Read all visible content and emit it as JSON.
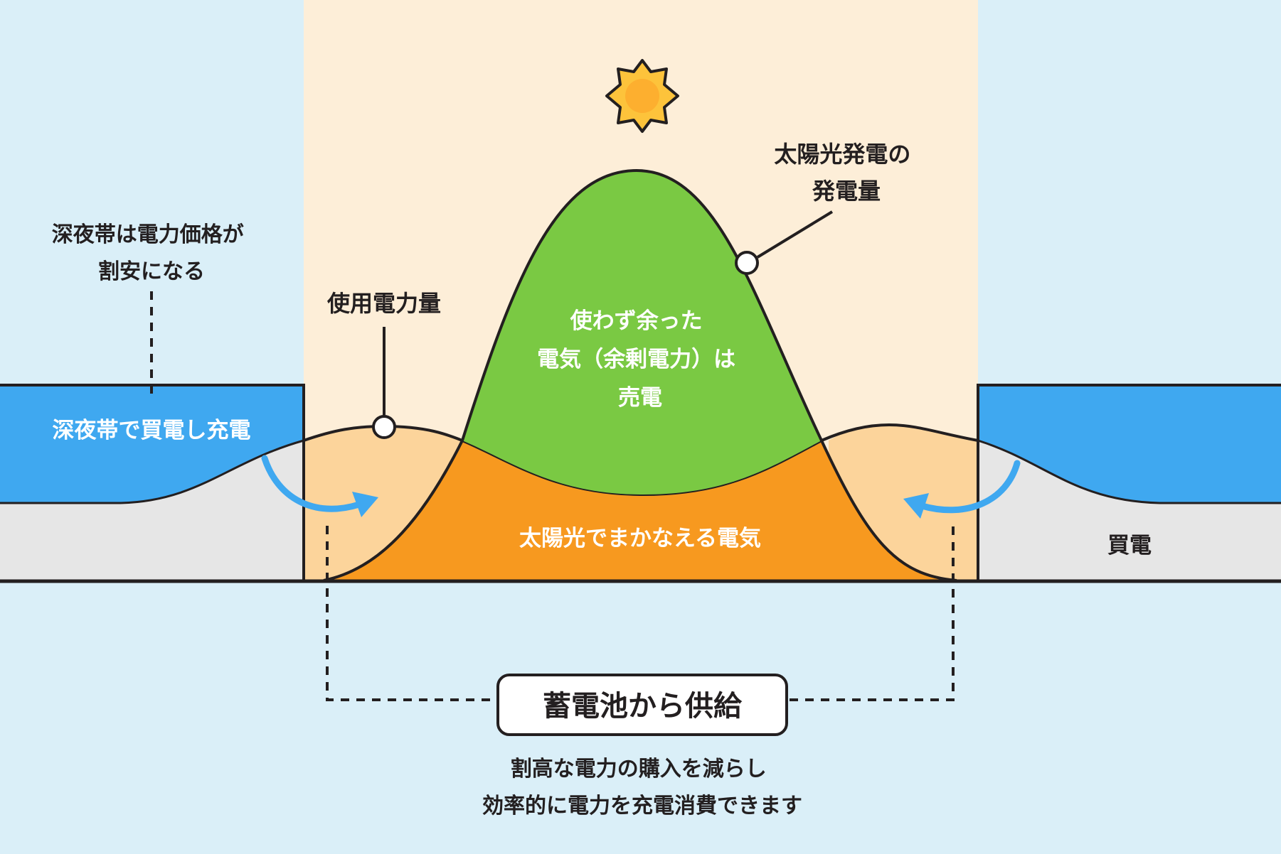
{
  "colors": {
    "background": "#daeff8",
    "daytime_band": "#fdeed8",
    "night_battery_blue": "#3fa8f0",
    "grid_purchase_gray": "#e6e6e6",
    "usage_curve_fill": "#fcd49b",
    "solar_self_use_orange": "#f7991f",
    "surplus_green": "#7ac943",
    "sun_yellow": "#fdc33b",
    "arrow_blue": "#3fa8f0",
    "outline": "#231f20"
  },
  "labels": {
    "night_price": [
      "深夜帯は電力価格が",
      "割安になる"
    ],
    "night_charge": "深夜帯で買電し充電",
    "usage": "使用電力量",
    "solar_generation": [
      "太陽光発電の",
      "発電量"
    ],
    "surplus": [
      "使わず余った",
      "電気（余剰電力）は",
      "売電"
    ],
    "solar_covered": "太陽光でまかなえる電気",
    "purchase": "買電",
    "battery_supply": "蓄電池から供給",
    "benefit": [
      "割高な電力の購入を減らし",
      "効率的に電力を充電消費できます"
    ]
  },
  "icons": {
    "sun": "sun-icon",
    "left_arrow": "curved-arrow-right-icon",
    "right_arrow": "curved-arrow-left-icon"
  }
}
